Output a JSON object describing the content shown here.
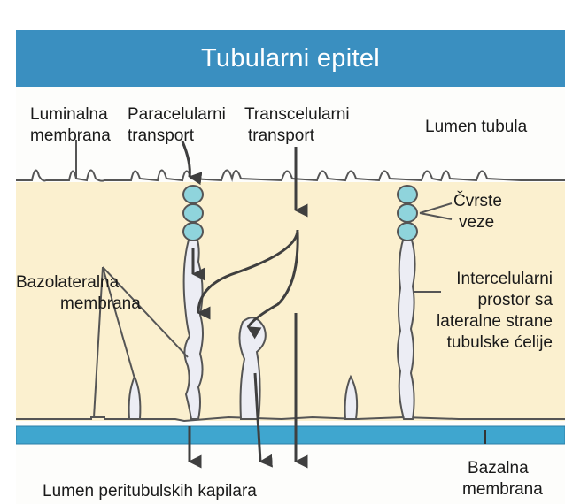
{
  "title": "Tubularni  epitel",
  "labels": {
    "luminal_1": "Luminalna",
    "luminal_2": "membrana",
    "paracel_1": "Paracelularni",
    "paracel_2": "transport",
    "transcel_1": "Transcelularni",
    "transcel_2": "transport",
    "lumen_tubula": "Lumen tubula",
    "tight_1": "Čvrste",
    "tight_2": "veze",
    "basolat_1": "Bazolateralna",
    "basolat_2": "membrana",
    "inter_1": "Intercelularni",
    "inter_2": "prostor sa",
    "inter_3": "lateralne strane",
    "inter_4": "tubulske ćelije",
    "basal_1": "Bazalna",
    "basal_2": "membrana",
    "capillary": "Lumen peritubulskih kapilara"
  },
  "colors": {
    "header": "#3a8fc0",
    "cytoplasm": "#fbf0cf",
    "basal_band": "#3fa6cf",
    "tight_junction": "#8fd4dc",
    "arrow": "#3f3f3f",
    "space": "#ecedf4"
  }
}
